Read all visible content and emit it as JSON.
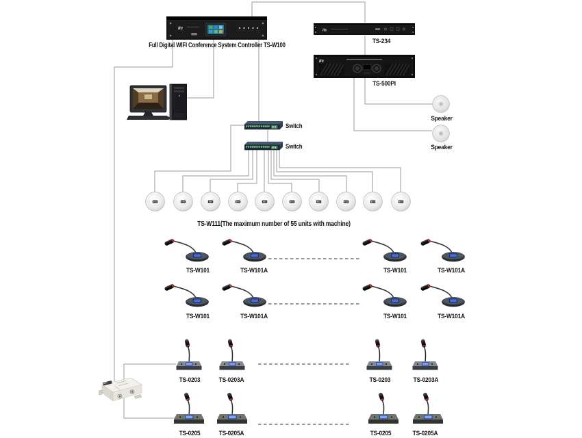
{
  "diagram": {
    "controller_label": "Full Digital WIFI Conference System Controller TS-W100",
    "ts234_label": "TS-234",
    "amp_label": "TS-500PI",
    "speaker_label": "Speaker",
    "switch_label": "Switch",
    "ceiling_units_label": "TS-W111(The maximum number of 55 units with machine)",
    "mic_rows": {
      "row1": [
        "TS-W101",
        "TS-W101A",
        "TS-W101",
        "TS-W101A"
      ],
      "row2": [
        "TS-W101",
        "TS-W101A",
        "TS-W101",
        "TS-W101A"
      ],
      "row3": [
        "TS-0203",
        "TS-0203A",
        "TS-0203",
        "TS-0203A"
      ],
      "row4": [
        "TS-0205",
        "TS-0205A",
        "TS-0205",
        "TS-0205A"
      ]
    },
    "colors": {
      "wire": "#9b9b9b",
      "dash": "#333333",
      "text": "#141414",
      "background": "#ffffff"
    }
  }
}
